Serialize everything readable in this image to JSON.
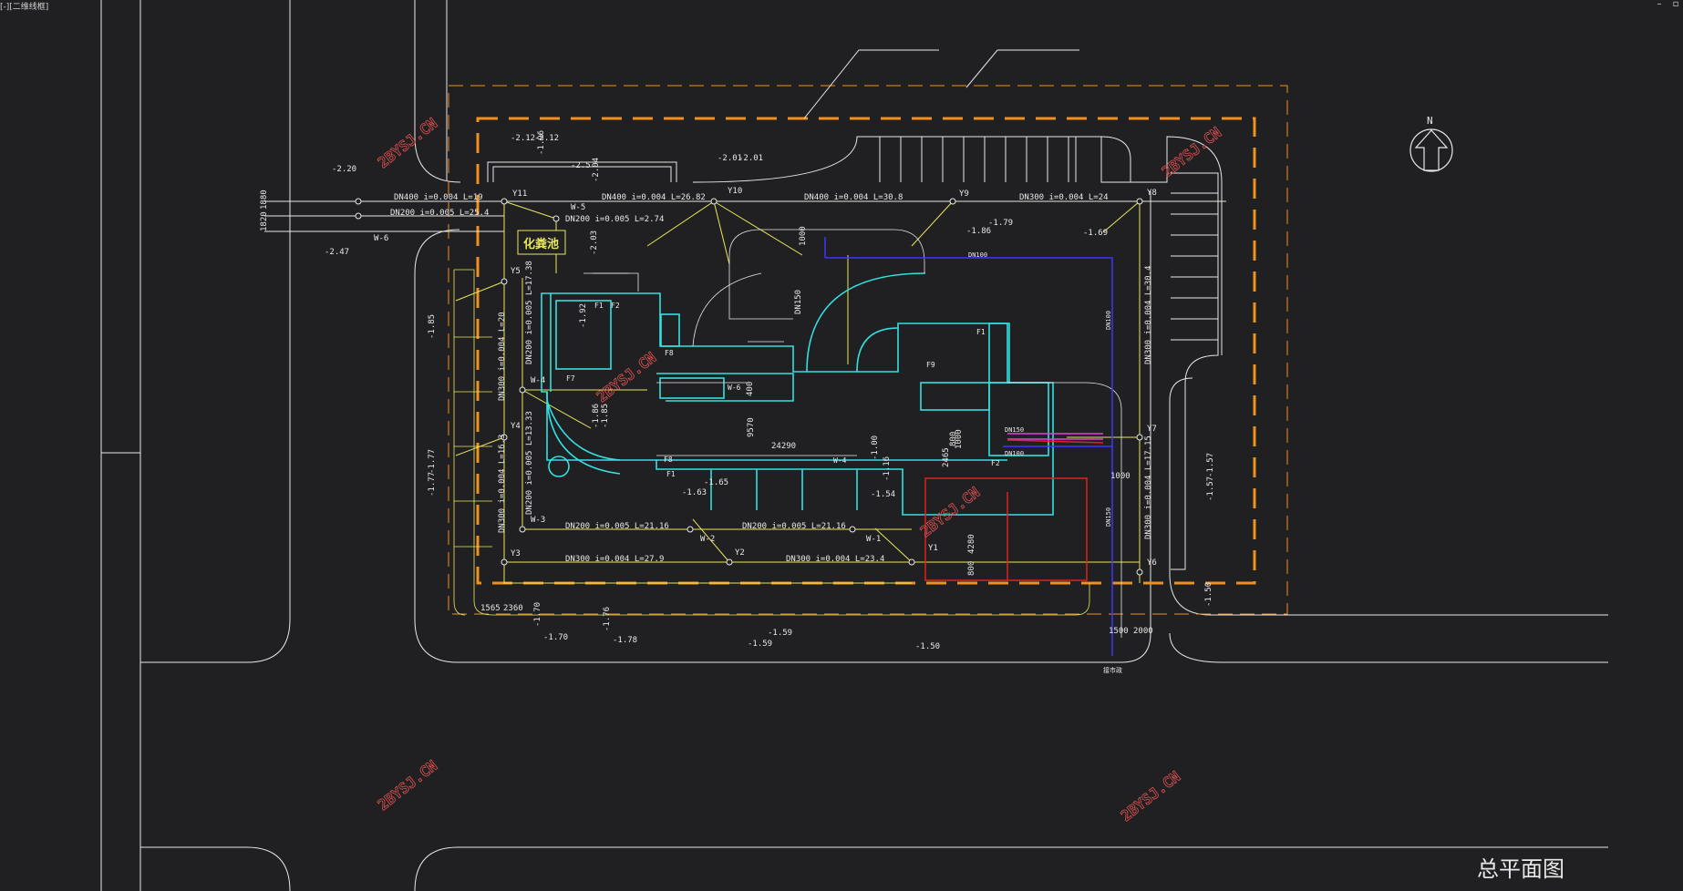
{
  "window": {
    "doc_tab": "[-][二维线框]",
    "minimize": "–",
    "restore": "▫"
  },
  "drawing_title": "总平面图",
  "north_label": "N",
  "septic_tank_label": "化粪池",
  "watermark": "2BYSJ.CN",
  "colors": {
    "bg": "#202022",
    "white": "#e8e8e8",
    "yellow": "#e8e85a",
    "cyan": "#32e0e0",
    "orange": "#f09020",
    "blue": "#3838ff",
    "red": "#e02020",
    "magenta": "#e040e0"
  },
  "nodes": [
    {
      "id": "y11",
      "label": "Y11"
    },
    {
      "id": "y10",
      "label": "Y10"
    },
    {
      "id": "y9",
      "label": "Y9"
    },
    {
      "id": "y8",
      "label": "Y8"
    },
    {
      "id": "y7",
      "label": "Y7"
    },
    {
      "id": "y6",
      "label": "Y6"
    },
    {
      "id": "y5",
      "label": "Y5"
    },
    {
      "id": "y4",
      "label": "Y4"
    },
    {
      "id": "y3",
      "label": "Y3"
    },
    {
      "id": "y2",
      "label": "Y2"
    },
    {
      "id": "y1",
      "label": "Y1"
    },
    {
      "id": "w1",
      "label": "W-1"
    },
    {
      "id": "w2",
      "label": "W-2"
    },
    {
      "id": "w3",
      "label": "W-3"
    },
    {
      "id": "w4",
      "label": "W-4"
    },
    {
      "id": "w5",
      "label": "W-5"
    },
    {
      "id": "w6",
      "label": "W-6"
    }
  ],
  "pipe_labels": [
    {
      "id": "p1",
      "text": "DN400 i=0.004 L=19"
    },
    {
      "id": "p2",
      "text": "DN200 i=0.005 L=25.4"
    },
    {
      "id": "p3",
      "text": "DN400 i=0.004 L=26.82"
    },
    {
      "id": "p4",
      "text": "DN200 i=0.005 L=2.74"
    },
    {
      "id": "p5",
      "text": "DN400 i=0.004 L=30.8"
    },
    {
      "id": "p6",
      "text": "DN300 i=0.004 L=24"
    },
    {
      "id": "p7",
      "text": "DN300 i=0.004 L=30.4"
    },
    {
      "id": "p8",
      "text": "DN300 i=0.004 L=17.15"
    },
    {
      "id": "p9",
      "text": "DN200 i=0.005 L=21.16"
    },
    {
      "id": "p10",
      "text": "DN200 i=0.005 L=21.16"
    },
    {
      "id": "p11",
      "text": "DN300 i=0.004 L=27.9"
    },
    {
      "id": "p12",
      "text": "DN300 i=0.004 L=23.4"
    },
    {
      "id": "p13",
      "text": "DN300 i=0.004 L=20"
    },
    {
      "id": "p14",
      "text": "DN300 i=0.004 L=16.3"
    },
    {
      "id": "p15",
      "text": "DN200 i=0.005 L=17.38"
    },
    {
      "id": "p16",
      "text": "DN200 i=0.005 L=13.33"
    },
    {
      "id": "p17",
      "text": "DN150"
    },
    {
      "id": "p18",
      "text": "DN100"
    },
    {
      "id": "p19",
      "text": "DN100"
    },
    {
      "id": "p20",
      "text": "DN150"
    },
    {
      "id": "p21",
      "text": "DN150"
    },
    {
      "id": "p22",
      "text": "DN100"
    }
  ],
  "elevations": [
    {
      "id": "e1",
      "text": "-2.20"
    },
    {
      "id": "e2",
      "text": "-2.12"
    },
    {
      "id": "e3",
      "text": "-2.12"
    },
    {
      "id": "e4",
      "text": "-1.96"
    },
    {
      "id": "e5",
      "text": "-2.5"
    },
    {
      "id": "e6",
      "text": "-2.04"
    },
    {
      "id": "e7",
      "text": "-2.01"
    },
    {
      "id": "e8",
      "text": "-2.01"
    },
    {
      "id": "e9",
      "text": "-1.79"
    },
    {
      "id": "e10",
      "text": "-1.86"
    },
    {
      "id": "e11",
      "text": "-1.69"
    },
    {
      "id": "e12",
      "text": "-2.47"
    },
    {
      "id": "e13",
      "text": "-2.03"
    },
    {
      "id": "e14",
      "text": "-1.85"
    },
    {
      "id": "e15",
      "text": "-1.92"
    },
    {
      "id": "e16",
      "text": "-1.86"
    },
    {
      "id": "e17",
      "text": "-1.85"
    },
    {
      "id": "e18",
      "text": "-1.77"
    },
    {
      "id": "e19",
      "text": "-1.77"
    },
    {
      "id": "e20",
      "text": "-1.57"
    },
    {
      "id": "e21",
      "text": "-1.57"
    },
    {
      "id": "e22",
      "text": "-1.65"
    },
    {
      "id": "e23",
      "text": "-1.63"
    },
    {
      "id": "e24",
      "text": "-1.16"
    },
    {
      "id": "e25",
      "text": "-1.54"
    },
    {
      "id": "e26",
      "text": "-1.00"
    },
    {
      "id": "e27",
      "text": "-1.70"
    },
    {
      "id": "e28",
      "text": "-1.70"
    },
    {
      "id": "e29",
      "text": "-1.76"
    },
    {
      "id": "e30",
      "text": "-1.78"
    },
    {
      "id": "e31",
      "text": "-1.59"
    },
    {
      "id": "e32",
      "text": "-1.59"
    },
    {
      "id": "e33",
      "text": "-1.50"
    },
    {
      "id": "e34",
      "text": "-1.50"
    }
  ],
  "dimensions": [
    {
      "id": "d1",
      "text": "1820"
    },
    {
      "id": "d2",
      "text": "1880"
    },
    {
      "id": "d3",
      "text": "1000"
    },
    {
      "id": "d4",
      "text": "24290"
    },
    {
      "id": "d5",
      "text": "9570"
    },
    {
      "id": "d6",
      "text": "2465"
    },
    {
      "id": "d7",
      "text": "800"
    },
    {
      "id": "d8",
      "text": "1000"
    },
    {
      "id": "d9",
      "text": "4280"
    },
    {
      "id": "d10",
      "text": "800"
    },
    {
      "id": "d11",
      "text": "1565"
    },
    {
      "id": "d12",
      "text": "2360"
    },
    {
      "id": "d13",
      "text": "1500"
    },
    {
      "id": "d14",
      "text": "2000"
    },
    {
      "id": "d15",
      "text": "1000"
    },
    {
      "id": "d16",
      "text": "400"
    }
  ],
  "room_tags": [
    {
      "id": "r1",
      "text": "F1"
    },
    {
      "id": "r2",
      "text": "F2"
    },
    {
      "id": "r3",
      "text": "F8"
    },
    {
      "id": "r4",
      "text": "F7"
    },
    {
      "id": "r5",
      "text": "F8"
    },
    {
      "id": "r6",
      "text": "F1"
    },
    {
      "id": "r7",
      "text": "F9"
    },
    {
      "id": "r8",
      "text": "F1"
    },
    {
      "id": "r9",
      "text": "F2"
    },
    {
      "id": "r10",
      "text": "W-6"
    },
    {
      "id": "r11",
      "text": "W-4"
    },
    {
      "id": "r12",
      "text": "接市政"
    }
  ]
}
